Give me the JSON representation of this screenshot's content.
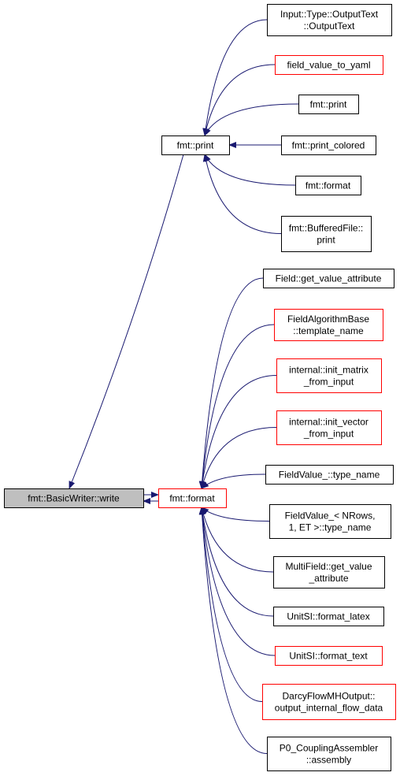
{
  "colors": {
    "edge": "#191970",
    "border_default": "#000000",
    "border_truncated": "#ff0000",
    "fill_default": "#ffffff",
    "fill_selected": "#bfbfbf"
  },
  "nodes": [
    {
      "id": "write",
      "lines": [
        "fmt::BasicWriter::write"
      ],
      "style": "selected"
    },
    {
      "id": "print_mid",
      "lines": [
        "fmt::print"
      ],
      "style": "default"
    },
    {
      "id": "format_mid",
      "lines": [
        "fmt::format"
      ],
      "style": "truncated"
    },
    {
      "id": "outputtext",
      "lines": [
        "Input::Type::OutputText",
        "::OutputText"
      ],
      "style": "default"
    },
    {
      "id": "fvtoyaml",
      "lines": [
        "field_value_to_yaml"
      ],
      "style": "truncated"
    },
    {
      "id": "print_r",
      "lines": [
        "fmt::print"
      ],
      "style": "default"
    },
    {
      "id": "print_colored",
      "lines": [
        "fmt::print_colored"
      ],
      "style": "default"
    },
    {
      "id": "format_r",
      "lines": [
        "fmt::format"
      ],
      "style": "default"
    },
    {
      "id": "bufferedfile",
      "lines": [
        "fmt::BufferedFile::",
        "print"
      ],
      "style": "default"
    },
    {
      "id": "get_value_attr",
      "lines": [
        "Field::get_value_attribute"
      ],
      "style": "default"
    },
    {
      "id": "template_name",
      "lines": [
        "FieldAlgorithmBase",
        "::template_name"
      ],
      "style": "truncated"
    },
    {
      "id": "init_matrix",
      "lines": [
        "internal::init_matrix",
        "_from_input"
      ],
      "style": "truncated"
    },
    {
      "id": "init_vector",
      "lines": [
        "internal::init_vector",
        "_from_input"
      ],
      "style": "truncated"
    },
    {
      "id": "fv_type_name",
      "lines": [
        "FieldValue_::type_name"
      ],
      "style": "default"
    },
    {
      "id": "fv_nrows",
      "lines": [
        "FieldValue_< NRows,",
        "1, ET >::type_name"
      ],
      "style": "default"
    },
    {
      "id": "multifield",
      "lines": [
        "MultiField::get_value",
        "_attribute"
      ],
      "style": "default"
    },
    {
      "id": "format_latex",
      "lines": [
        "UnitSI::format_latex"
      ],
      "style": "default"
    },
    {
      "id": "format_text",
      "lines": [
        "UnitSI::format_text"
      ],
      "style": "truncated"
    },
    {
      "id": "darcy",
      "lines": [
        "DarcyFlowMHOutput::",
        "output_internal_flow_data"
      ],
      "style": "truncated"
    },
    {
      "id": "p0",
      "lines": [
        "P0_CouplingAssembler",
        "::assembly"
      ],
      "style": "default"
    }
  ],
  "edges": [
    {
      "from": "print_mid",
      "to": "write"
    },
    {
      "from": "format_mid",
      "to": "write"
    },
    {
      "from": "write",
      "to": "format_mid"
    },
    {
      "from": "outputtext",
      "to": "print_mid"
    },
    {
      "from": "fvtoyaml",
      "to": "print_mid"
    },
    {
      "from": "print_r",
      "to": "print_mid"
    },
    {
      "from": "print_colored",
      "to": "print_mid"
    },
    {
      "from": "format_r",
      "to": "print_mid"
    },
    {
      "from": "bufferedfile",
      "to": "print_mid"
    },
    {
      "from": "get_value_attr",
      "to": "format_mid"
    },
    {
      "from": "template_name",
      "to": "format_mid"
    },
    {
      "from": "init_matrix",
      "to": "format_mid"
    },
    {
      "from": "init_vector",
      "to": "format_mid"
    },
    {
      "from": "fv_type_name",
      "to": "format_mid"
    },
    {
      "from": "fv_nrows",
      "to": "format_mid"
    },
    {
      "from": "multifield",
      "to": "format_mid"
    },
    {
      "from": "format_latex",
      "to": "format_mid"
    },
    {
      "from": "format_text",
      "to": "format_mid"
    },
    {
      "from": "darcy",
      "to": "format_mid"
    },
    {
      "from": "p0",
      "to": "format_mid"
    }
  ]
}
